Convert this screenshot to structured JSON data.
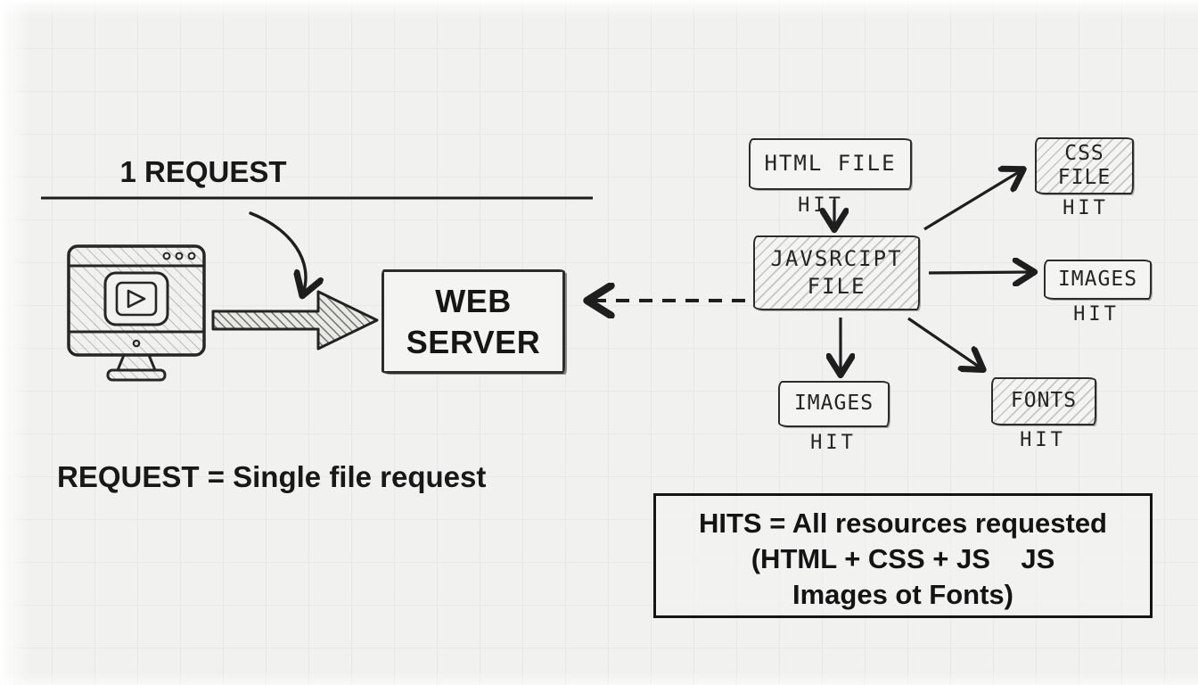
{
  "palette": {
    "background": "#f1f1ef",
    "grid": "#dededa",
    "ink": "#1e1e1e",
    "box_fill": "#f4f4f2"
  },
  "request_section": {
    "title": "1 REQUEST",
    "caption": "REQUEST = Single file request",
    "client_icon": "monitor-play-icon",
    "server_box": {
      "line1": "WEB",
      "line2": "SERVER"
    }
  },
  "hits_section": {
    "html_file": {
      "label": "HTML FILE",
      "hit_label": "HIT"
    },
    "javascript_file": {
      "line1": "JAVSRCIPT",
      "line2": "FILE"
    },
    "css_file": {
      "line1": "CSS",
      "line2": "FILE",
      "hit_label": "HIT"
    },
    "images_right": {
      "label": "IMAGES",
      "hit_label": "HIT"
    },
    "images_bottom": {
      "label": "IMAGES",
      "hit_label": "HIT"
    },
    "fonts": {
      "label": "FONTS",
      "hit_label": "HIT"
    },
    "note": {
      "line1": "HITS = All resources requested",
      "line2": "(HTML + CSS + JS    JS",
      "line3": "Images ot Fonts)"
    }
  }
}
